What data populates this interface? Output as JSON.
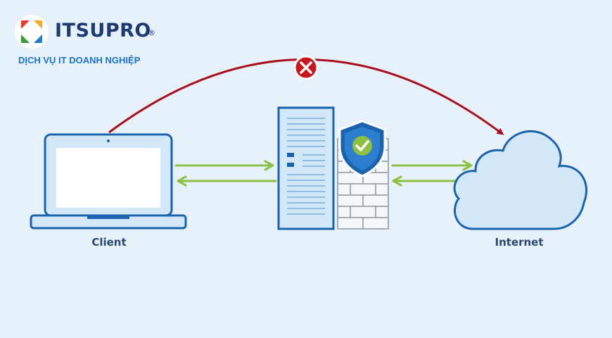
{
  "brand": {
    "name": "ITSUPRO",
    "registered_mark": "®",
    "tagline": "DỊCH VỤ IT DOANH NGHIỆP"
  },
  "diagram": {
    "client_label": "Client",
    "internet_label": "Internet",
    "icons": {
      "client": "laptop-icon",
      "proxy": "server-icon",
      "firewall": "firewall-icon",
      "shield": "shield-check-icon",
      "internet": "cloud-icon",
      "blocked": "x-circle-icon"
    }
  },
  "colors": {
    "background": "#e6f1fa",
    "device_stroke": "#1b63ad",
    "device_fill": "#d2e8f9",
    "blocked_arrow": "#a8101e",
    "allowed_arrow": "#8dbf43",
    "brand_blue": "#1d3a70",
    "tagline_blue": "#1a73c9",
    "label_text": "#2b4a6f"
  }
}
